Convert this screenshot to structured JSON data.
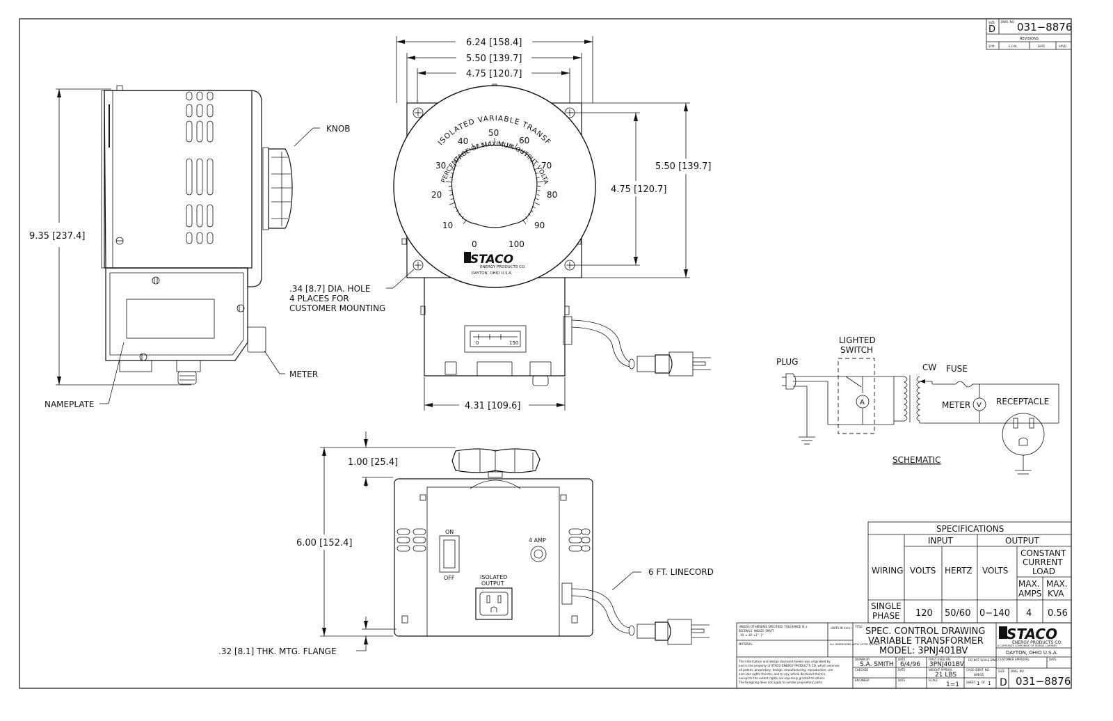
{
  "drawing": {
    "dwg_no": "031−8876",
    "size": "D",
    "size_label": "SIZE",
    "dwg_no_label": "DWG. NO.",
    "revisions_label": "REVISIONS",
    "rev_cols": [
      "SYM.",
      "E.O.N.",
      "DATE",
      "APVD."
    ]
  },
  "side_view": {
    "height_dim": "9.35 [237.4]",
    "knob_label": "KNOB",
    "meter_label": "METER",
    "nameplate_label": "NAMEPLATE"
  },
  "top_view": {
    "dim_624": "6.24 [158.4]",
    "dim_550_top": "5.50 [139.7]",
    "dim_475_top": "4.75 [120.7]",
    "dim_550_right": "5.50 [139.7]",
    "dim_475_right": "4.75 [120.7]",
    "dim_431": "4.31 [109.6]",
    "dial_title": "ISOLATED VARIABLE TRANSFORMER",
    "dial_subtitle": "PERCENTAGE OF MAXIMUM OUTPUT VOLTAGE",
    "dial_numbers": [
      "0",
      "10",
      "20",
      "30",
      "40",
      "50",
      "60",
      "70",
      "80",
      "90",
      "100"
    ],
    "brand": "STACO",
    "brand_sub": "ENERGY PRODUCTS CO.",
    "brand_city": "DAYTON, OHIO U.S.A.",
    "hole_note": [
      ".34 [8.7] DIA. HOLE",
      "4 PLACES FOR",
      "CUSTOMER MOUNTING"
    ],
    "meter_scale_min": "0",
    "meter_scale_max": "150"
  },
  "front_view": {
    "dim_100": "1.00 [25.4]",
    "dim_600": "6.00 [152.4]",
    "flange_note": ".32 [8.1] THK. MTG. FLANGE",
    "on_label": "ON",
    "off_label": "OFF",
    "amp_label": "4 AMP",
    "output_label": [
      "ISOLATED",
      "OUTPUT"
    ],
    "linecord_label": "6 FT. LINECORD"
  },
  "schematic": {
    "plug": "PLUG",
    "lighted_switch": [
      "LIGHTED",
      "SWITCH"
    ],
    "cw": "CW",
    "fuse": "FUSE",
    "meter": "METER",
    "receptacle": "RECEPTACLE",
    "ammeter_symbol": "A",
    "voltmeter_symbol": "V",
    "title": "SCHEMATIC"
  },
  "specifications": {
    "title": "SPECIFICATIONS",
    "input": "INPUT",
    "output": "OUTPUT",
    "wiring": "WIRING",
    "volts_in": "VOLTS",
    "hertz": "HERTZ",
    "volts_out": "VOLTS",
    "constant_current_load": [
      "CONSTANT",
      "CURRENT",
      "LOAD"
    ],
    "max_amps": [
      "MAX.",
      "AMPS"
    ],
    "max_kva": [
      "MAX.",
      "KVA"
    ],
    "row_wiring": [
      "SINGLE",
      "PHASE"
    ],
    "row_volts_in": "120",
    "row_hertz": "50/60",
    "row_volts_out": "0−140",
    "row_amps": "4",
    "row_kva": "0.56"
  },
  "title_block": {
    "tolerance_note": "UNLESS OTHERWISE SPECIFIED, TOLERANCE IS ±",
    "units_label": "UNITS IN [mm]",
    "material_label": "MATERIAL",
    "dims_note": "ALL DIMENSIONS APPLY AFTER PLATING",
    "proprietary": [
      "The information and design disclosed herein was originated by",
      "and is the property of STACO ENERGY PRODUCTS CO. which reserves",
      "all patent, proprietary, design, manufacturing, reproduction, use",
      "and sale rights thereto, and to any article disclosed therein,",
      "except to the extent rights are expressly granted to others.",
      "The foregoing does not apply to vendor proprietary parts."
    ],
    "title_label": "TITLE",
    "title_lines": [
      "SPEC. CONTROL DRAWING",
      "VARIABLE TRANSFORMER",
      "MODEL: 3PNJ401BV"
    ],
    "drawn_by_label": "DRAWN BY",
    "drawn_by": "S.A. SMITH",
    "date_label": "DATE",
    "date": "6/4/96",
    "checked_label": "CHECKED",
    "engineer_label": "ENGINEER",
    "first_used_label": "FIRST USED ON",
    "first_used": "3PNJ401BV",
    "weight_label": "WEIGHT APPROX.",
    "weight": "21 LBS",
    "scale_label": "SCALE",
    "scale": "1=1",
    "do_not_scale": "DO NOT SCALE DWG.",
    "cage_label": "CAGE IDENT. NO.",
    "cage": "80835",
    "sheet_label": "SHEET",
    "sheet": "1",
    "of_label": "OF",
    "of": "1",
    "company": "STACO",
    "company_sub": "ENERGY PRODUCTS CO.",
    "company_div": "A CORPORATE COMPONENT OF SENSUS COMPANY",
    "company_city": "DAYTON, OHIO U.S.A.",
    "customer_approval": "CUSTOMER APPROVAL",
    "size_label": "SIZE",
    "size": "D",
    "dwg_label": "DWG. NO.",
    "dwg_no": "031−8876"
  }
}
